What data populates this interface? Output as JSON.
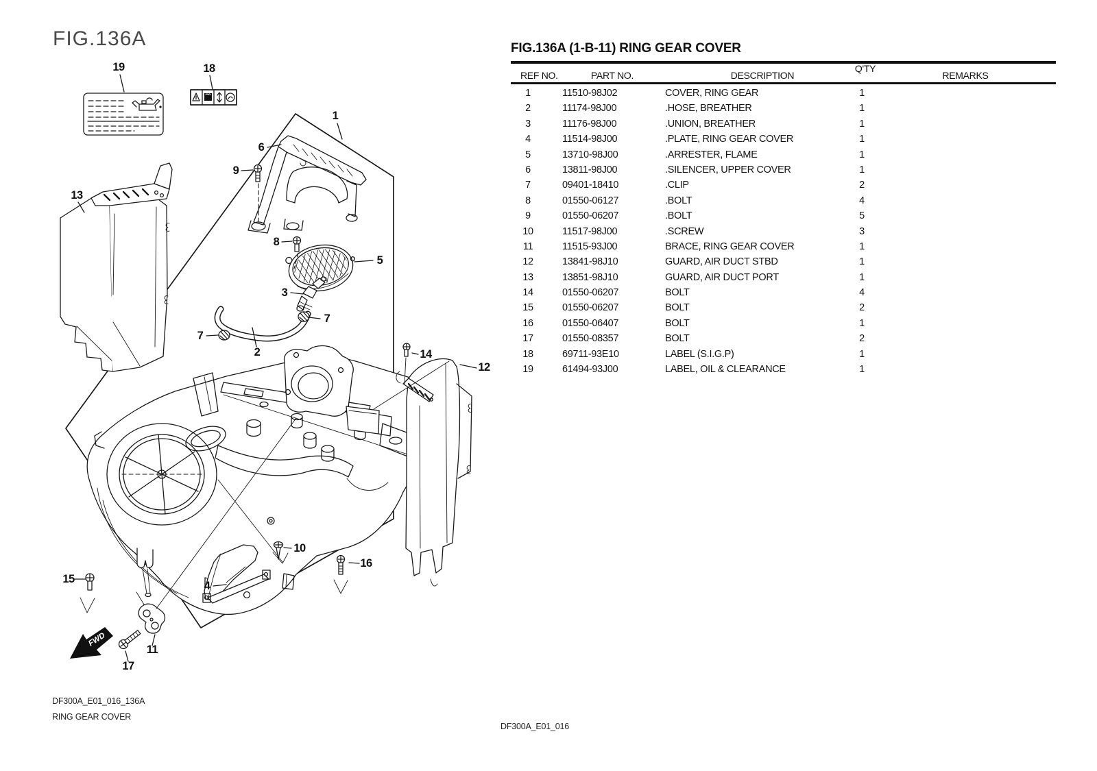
{
  "figure": {
    "title": "FIG.136A"
  },
  "table": {
    "title": "FIG.136A (1-B-11) RING GEAR COVER",
    "headers": {
      "ref": "REF NO.",
      "part": "PART NO.",
      "desc": "DESCRIPTION",
      "qty": "Q'TY",
      "remarks": "REMARKS"
    },
    "rows": [
      {
        "ref": "1",
        "part": "11510-98J02",
        "desc": "COVER, RING GEAR",
        "qty": "1",
        "remarks": ""
      },
      {
        "ref": "2",
        "part": "11174-98J00",
        "desc": ".HOSE, BREATHER",
        "qty": "1",
        "remarks": ""
      },
      {
        "ref": "3",
        "part": "11176-98J00",
        "desc": ".UNION, BREATHER",
        "qty": "1",
        "remarks": ""
      },
      {
        "ref": "4",
        "part": "11514-98J00",
        "desc": ".PLATE, RING GEAR COVER",
        "qty": "1",
        "remarks": ""
      },
      {
        "ref": "5",
        "part": "13710-98J00",
        "desc": ".ARRESTER, FLAME",
        "qty": "1",
        "remarks": ""
      },
      {
        "ref": "6",
        "part": "13811-98J00",
        "desc": ".SILENCER, UPPER COVER",
        "qty": "1",
        "remarks": ""
      },
      {
        "ref": "7",
        "part": "09401-18410",
        "desc": ".CLIP",
        "qty": "2",
        "remarks": ""
      },
      {
        "ref": "8",
        "part": "01550-06127",
        "desc": ".BOLT",
        "qty": "4",
        "remarks": ""
      },
      {
        "ref": "9",
        "part": "01550-06207",
        "desc": ".BOLT",
        "qty": "5",
        "remarks": ""
      },
      {
        "ref": "10",
        "part": "11517-98J00",
        "desc": ".SCREW",
        "qty": "3",
        "remarks": ""
      },
      {
        "ref": "11",
        "part": "11515-93J00",
        "desc": "BRACE, RING GEAR COVER",
        "qty": "1",
        "remarks": ""
      },
      {
        "ref": "12",
        "part": "13841-98J10",
        "desc": "GUARD, AIR DUCT STBD",
        "qty": "1",
        "remarks": ""
      },
      {
        "ref": "13",
        "part": "13851-98J10",
        "desc": "GUARD, AIR DUCT PORT",
        "qty": "1",
        "remarks": ""
      },
      {
        "ref": "14",
        "part": "01550-06207",
        "desc": "BOLT",
        "qty": "4",
        "remarks": ""
      },
      {
        "ref": "15",
        "part": "01550-06207",
        "desc": "BOLT",
        "qty": "2",
        "remarks": ""
      },
      {
        "ref": "16",
        "part": "01550-06407",
        "desc": "BOLT",
        "qty": "1",
        "remarks": ""
      },
      {
        "ref": "17",
        "part": "01550-08357",
        "desc": "BOLT",
        "qty": "2",
        "remarks": ""
      },
      {
        "ref": "18",
        "part": "69711-93E10",
        "desc": "LABEL (S.I.G.P)",
        "qty": "1",
        "remarks": ""
      },
      {
        "ref": "19",
        "part": "61494-93J00",
        "desc": "LABEL, OIL & CLEARANCE",
        "qty": "1",
        "remarks": ""
      }
    ]
  },
  "footer": {
    "doc_code": "DF300A_E01_016_136A",
    "doc_title": "RING GEAR COVER",
    "page_code": "DF300A_E01_016"
  },
  "diagram": {
    "fwd_label": "FWD",
    "callouts": [
      {
        "label": "1"
      },
      {
        "label": "2"
      },
      {
        "label": "3"
      },
      {
        "label": "4"
      },
      {
        "label": "5"
      },
      {
        "label": "6"
      },
      {
        "label": "7"
      },
      {
        "label": "7"
      },
      {
        "label": "8"
      },
      {
        "label": "9"
      },
      {
        "label": "10"
      },
      {
        "label": "11"
      },
      {
        "label": "12"
      },
      {
        "label": "13"
      },
      {
        "label": "14"
      },
      {
        "label": "15"
      },
      {
        "label": "16"
      },
      {
        "label": "17"
      },
      {
        "label": "18"
      },
      {
        "label": "19"
      }
    ]
  },
  "colors": {
    "ink": "#1a1a1a",
    "heading_gray": "#4a4a4a"
  }
}
